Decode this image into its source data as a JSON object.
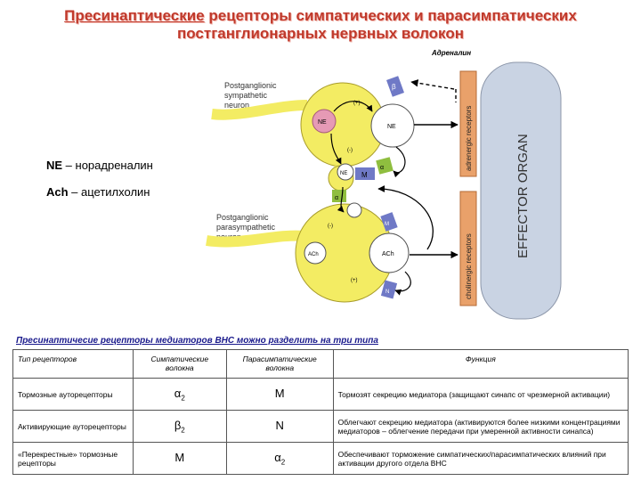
{
  "title": {
    "underlined": "Пресинаптические",
    "rest_line1": " рецепторы симпатических и парасимпатических",
    "line2": "постганглионарных нервных волокон"
  },
  "legend": {
    "ne_key": "NE",
    "ne_text": " – норадреналин",
    "ach_key": "Ach",
    "ach_text": " – ацетилхолин"
  },
  "diagram": {
    "adrenaline_label": "Адреналин",
    "sympathetic_label": [
      "Postganglionic",
      "sympathetic",
      "neuron"
    ],
    "parasympathetic_label": [
      "Postganglionic",
      "parasympathetic",
      "neuron"
    ],
    "effector_label": "EFFECTOR ORGAN",
    "adrenergic_label": "adrenergic receptors",
    "cholinergic_label": "cholinergic receptors",
    "ne": "NE",
    "ach": "ACh",
    "m": "M",
    "n": "N",
    "plus": "(+)",
    "minus": "(-)",
    "beta": "β",
    "alpha": "α",
    "sub2": "2",
    "colors": {
      "neuron": "#f3ec63",
      "neuron_stroke": "#a89c2a",
      "effector": "#c9d3e3",
      "receptor_strip": "#e9a16a",
      "ne_vesicle": "#e69ab5",
      "receptor_box": "#6f79c6",
      "alpha_box": "#8fbe3f",
      "title": "#c0392b"
    }
  },
  "subtitle": "Пресинаптичесие рецепторы медиаторов ВНС можно разделить на три типа",
  "table": {
    "headers": [
      "Тип рецепторов",
      "Симпатические волокна",
      "Парасимпатические волокна",
      "Функция"
    ],
    "rows": [
      {
        "type": "Тормозные ауторецепторы",
        "symp": "α",
        "symp_sub": "2",
        "para": "M",
        "para_sub": "",
        "func": "Тормозят секрецию медиатора (защищают синапс от чрезмерной активации)"
      },
      {
        "type": "Активирующие ауторецепторы",
        "symp": "β",
        "symp_sub": "2",
        "para": "N",
        "para_sub": "",
        "func": "Облегчают секрецию медиатора (активируются более низкими концентрациями медиаторов – облегчение передачи при умеренной активности синапса)"
      },
      {
        "type": "«Перекрестные» тормозные рецепторы",
        "symp": "M",
        "symp_sub": "",
        "para": "α",
        "para_sub": "2",
        "func": "Обеспечивают торможение симпатических/парасимпатических влияний при активации другого отдела ВНС"
      }
    ]
  }
}
